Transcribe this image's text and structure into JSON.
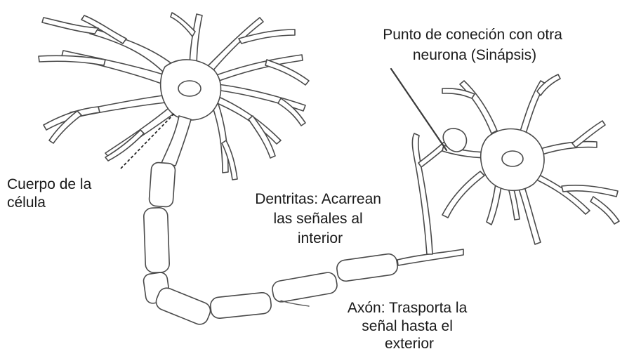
{
  "labels": {
    "cell_body_line1": "Cuerpo de la",
    "cell_body_line2": "célula",
    "dendrites_line1": "Dentritas: Acarrean",
    "dendrites_line2": "las señales al",
    "dendrites_line3": "interior",
    "axon_line1": "Axón: Trasporta la",
    "axon_line2": "señal hasta el",
    "axon_line3": "exterior",
    "synapse_line1": "Punto de coneción con otra",
    "synapse_line2": "neurona (Sinápsis)"
  }
}
